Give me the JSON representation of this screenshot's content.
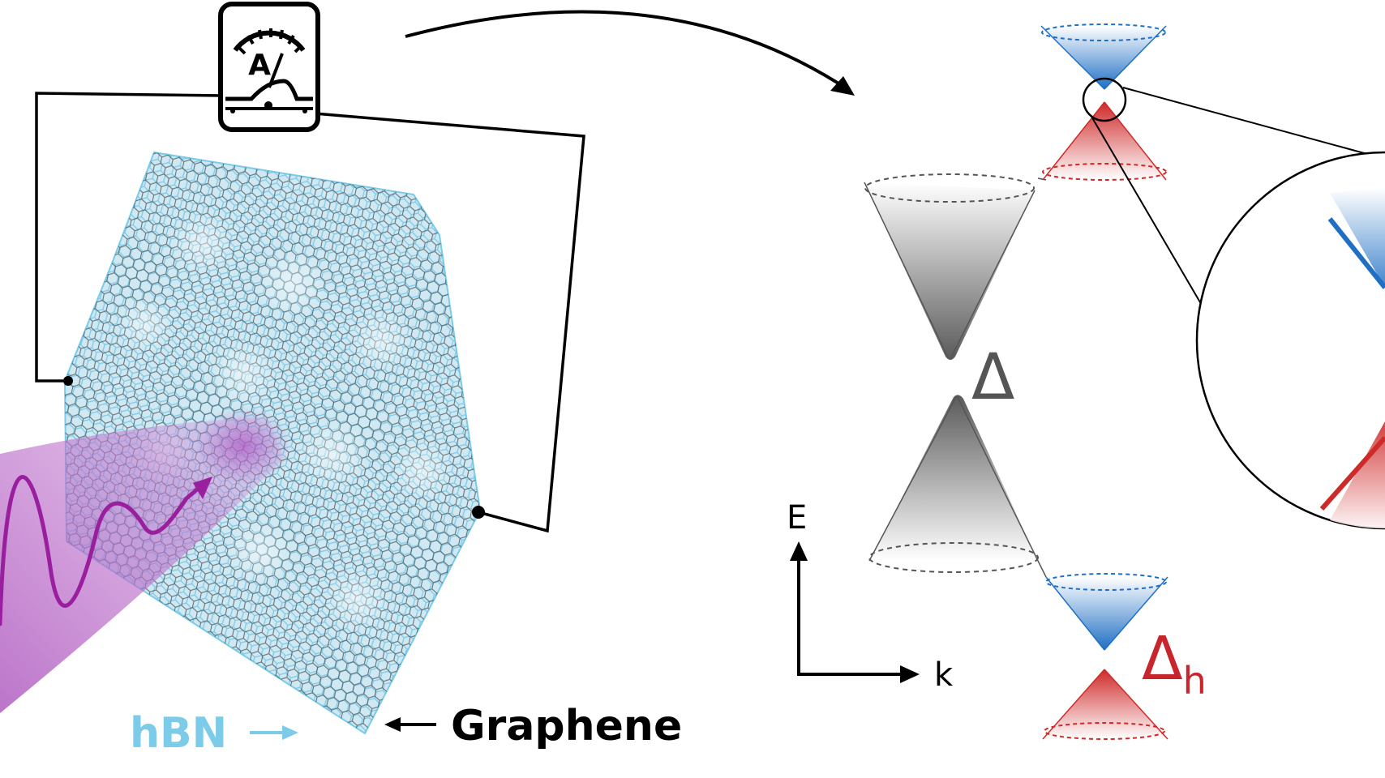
{
  "ammeter": {
    "symbol": "A"
  },
  "labels": {
    "hbn": "hBN",
    "graphene": "Graphene",
    "energy_axis": "E",
    "momentum_axis": "k",
    "gap": "Δ",
    "gap_h": "Δ",
    "gap_h_subscript": "h"
  },
  "colors": {
    "hbn": "#7ccbe9",
    "graphene_lattice": "#4a5a60",
    "light": "#9a1f9e",
    "light_glow": "#c77bd0",
    "conduction_blue": "#1f6fc4",
    "valence_red": "#cf2a2a",
    "gap_label_gray": "#555555",
    "gap_h_label_red": "#c8262d"
  }
}
